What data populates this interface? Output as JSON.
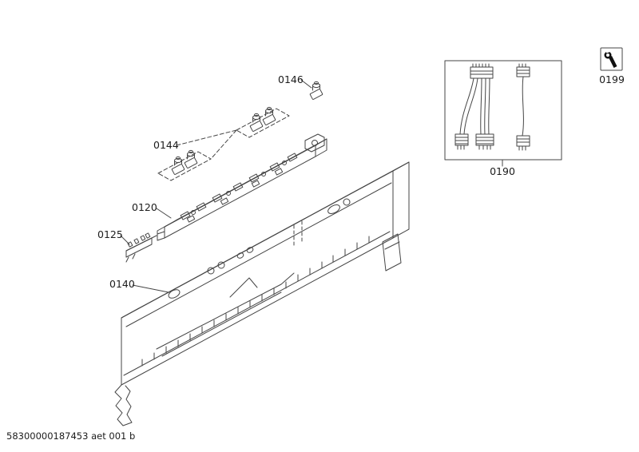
{
  "colors": {
    "background": "#ffffff",
    "line": "#454545",
    "text": "#1c1c1c",
    "icon": "#111111"
  },
  "labels": {
    "l0120": "0120",
    "l0125": "0125",
    "l0140": "0140",
    "l0144": "0144",
    "l0146": "0146",
    "l0190": "0190",
    "l0199": "0199"
  },
  "icons": {
    "service": "wrench-icon"
  },
  "footer": {
    "code": "58300000187453 aet 001 b"
  }
}
